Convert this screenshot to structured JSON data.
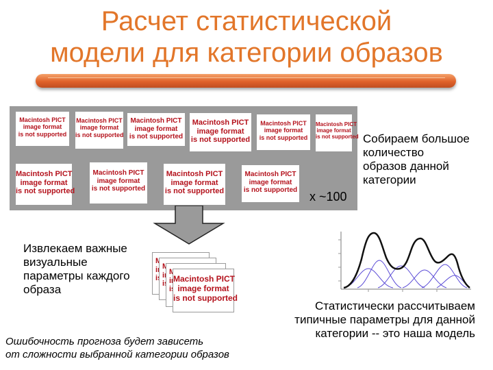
{
  "slide": {
    "title_lines": [
      "Расчет статистической",
      "модели для категории образов"
    ],
    "colors": {
      "title": "#e2762a",
      "bar": "#e0622a",
      "panel": "#9a9a9a",
      "pict_text": "#b4121c",
      "curve_main": "#111111",
      "curve_sub": "#5a4bd6"
    },
    "pict_text": [
      "Macintosh PICT",
      "image format",
      "is not supported"
    ],
    "count_label": "x ~100",
    "collect_text": [
      "Собираем большое",
      "количество",
      "образов данной",
      "категории"
    ],
    "extract_text": [
      "Извлекаем важные",
      "визуальные",
      "параметры каждого",
      "образа"
    ],
    "stats_text": [
      "Статистически рассчитываем",
      "типичные параметры для данной",
      "категории -- это наша модель"
    ],
    "error_text": [
      "Ошибочность прогноза будет зависеть",
      "от сложности выбранной категории образов"
    ]
  }
}
